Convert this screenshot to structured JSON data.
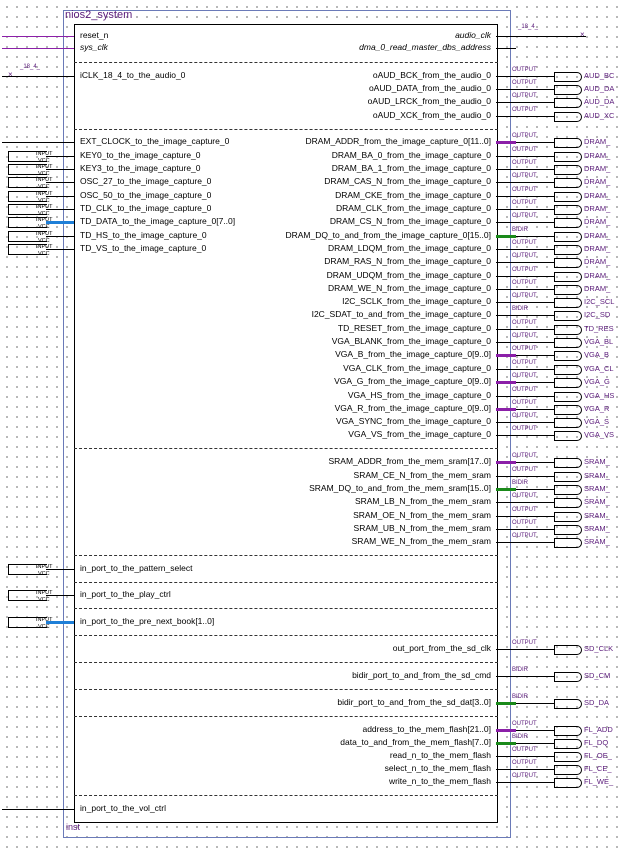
{
  "symbol": {
    "title": "nios2_system",
    "instance": "inst"
  },
  "left_ports": [
    {
      "label": "reset_n",
      "style": "plain",
      "wire": "purple"
    },
    {
      "label": "sys_clk",
      "style": "italic",
      "wire": "purple"
    },
    {
      "label": "iCLK_18_4_to_the_audio_0",
      "style": "plain",
      "wire": "thin",
      "net": "_18_4_"
    },
    {
      "label": "EXT_CLOCK_to_the_image_capture_0",
      "style": "plain"
    },
    {
      "label": "KEY0_to_the_image_capture_0",
      "style": "plain",
      "pin": "INPUT"
    },
    {
      "label": "KEY3_to_the_image_capture_0",
      "style": "plain",
      "pin": "INPUT"
    },
    {
      "label": "OSC_27_to_the_image_capture_0",
      "style": "plain",
      "pin": "INPUT"
    },
    {
      "label": "OSC_50_to_the_image_capture_0",
      "style": "plain",
      "pin": "INPUT"
    },
    {
      "label": "TD_CLK_to_the_image_capture_0",
      "style": "plain",
      "pin": "INPUT"
    },
    {
      "label": "TD_DATA_to_the_image_capture_0[7..0]",
      "style": "plain",
      "pin": "INPUT",
      "bus": true
    },
    {
      "label": "TD_HS_to_the_image_capture_0",
      "style": "plain",
      "pin": "INPUT"
    },
    {
      "label": "TD_VS_to_the_image_capture_0",
      "style": "plain",
      "pin": "INPUT"
    },
    {
      "label": "in_port_to_the_pattern_select",
      "style": "plain",
      "pin": "INPUT"
    },
    {
      "label": "in_port_to_the_play_ctrl",
      "style": "plain",
      "pin": "INPUT"
    },
    {
      "label": "in_port_to_the_pre_next_book[1..0]",
      "style": "plain",
      "pin": "INPUT",
      "bus": true
    },
    {
      "label": "in_port_to_the_vol_ctrl",
      "style": "plain"
    }
  ],
  "right_ports": [
    {
      "label": "audio_clk",
      "style": "italic",
      "net": "_18_4_",
      "pin": ""
    },
    {
      "label": "dma_0_read_master_dbs_address",
      "style": "italic"
    },
    {
      "label": "oAUD_BCK_from_the_audio_0",
      "pin": "OUTPUT",
      "ext": "AUD_BC"
    },
    {
      "label": "oAUD_DATA_from_the_audio_0",
      "pin": "OUTPUT",
      "ext": "AUD_DA"
    },
    {
      "label": "oAUD_LRCK_from_the_audio_0",
      "pin": "OUTPUT",
      "ext": "AUD_DA"
    },
    {
      "label": "oAUD_XCK_from_the_audio_0",
      "pin": "OUTPUT",
      "ext": "AUD_XC"
    },
    {
      "label": "DRAM_ADDR_from_the_image_capture_0[11..0]",
      "pin": "OUTPUT",
      "ext": "DRAM_",
      "bus": "purple"
    },
    {
      "label": "DRAM_BA_0_from_the_image_capture_0",
      "pin": "OUTPUT",
      "ext": "DRAM_"
    },
    {
      "label": "DRAM_BA_1_from_the_image_capture_0",
      "pin": "OUTPUT",
      "ext": "DRAM_"
    },
    {
      "label": "DRAM_CAS_N_from_the_image_capture_0",
      "pin": "OUTPUT",
      "ext": "DRAM_"
    },
    {
      "label": "DRAM_CKE_from_the_image_capture_0",
      "pin": "OUTPUT",
      "ext": "DRAM_"
    },
    {
      "label": "DRAM_CLK_from_the_image_capture_0",
      "pin": "OUTPUT",
      "ext": "DRAM_"
    },
    {
      "label": "DRAM_CS_N_from_the_image_capture_0",
      "pin": "OUTPUT",
      "ext": "DRAM_"
    },
    {
      "label": "DRAM_DQ_to_and_from_the_image_capture_0[15..0]",
      "pin": "BIDIR",
      "ext": "DRAM_",
      "bus": "green"
    },
    {
      "label": "DRAM_LDQM_from_the_image_capture_0",
      "pin": "OUTPUT",
      "ext": "DRAM_"
    },
    {
      "label": "DRAM_RAS_N_from_the_image_capture_0",
      "pin": "OUTPUT",
      "ext": "DRAM_"
    },
    {
      "label": "DRAM_UDQM_from_the_image_capture_0",
      "pin": "OUTPUT",
      "ext": "DRAM_"
    },
    {
      "label": "DRAM_WE_N_from_the_image_capture_0",
      "pin": "OUTPUT",
      "ext": "DRAM_"
    },
    {
      "label": "I2C_SCLK_from_the_image_capture_0",
      "pin": "OUTPUT",
      "ext": "I2C_SCL"
    },
    {
      "label": "I2C_SDAT_to_and_from_the_image_capture_0",
      "pin": "BIDIR",
      "ext": "I2C_SD"
    },
    {
      "label": "TD_RESET_from_the_image_capture_0",
      "pin": "OUTPUT",
      "ext": "TD_RES"
    },
    {
      "label": "VGA_BLANK_from_the_image_capture_0",
      "pin": "OUTPUT",
      "ext": "VGA_BL"
    },
    {
      "label": "VGA_B_from_the_image_capture_0[9..0]",
      "pin": "OUTPUT",
      "ext": "VGA_B",
      "bus": "purple"
    },
    {
      "label": "VGA_CLK_from_the_image_capture_0",
      "pin": "OUTPUT",
      "ext": "VGA_CL"
    },
    {
      "label": "VGA_G_from_the_image_capture_0[9..0]",
      "pin": "OUTPUT",
      "ext": "VGA_G",
      "bus": "purple"
    },
    {
      "label": "VGA_HS_from_the_image_capture_0",
      "pin": "OUTPUT",
      "ext": "VGA_HS"
    },
    {
      "label": "VGA_R_from_the_image_capture_0[9..0]",
      "pin": "OUTPUT",
      "ext": "VGA_R",
      "bus": "purple"
    },
    {
      "label": "VGA_SYNC_from_the_image_capture_0",
      "pin": "OUTPUT",
      "ext": "VGA_S"
    },
    {
      "label": "VGA_VS_from_the_image_capture_0",
      "pin": "OUTPUT",
      "ext": "VGA_VS"
    },
    {
      "label": "SRAM_ADDR_from_the_mem_sram[17..0]",
      "pin": "OUTPUT",
      "ext": "SRAM_",
      "bus": "purple"
    },
    {
      "label": "SRAM_CE_N_from_the_mem_sram",
      "pin": "OUTPUT",
      "ext": "SRAM_"
    },
    {
      "label": "SRAM_DQ_to_and_from_the_mem_sram[15..0]",
      "pin": "BIDIR",
      "ext": "SRAM_",
      "bus": "green"
    },
    {
      "label": "SRAM_LB_N_from_the_mem_sram",
      "pin": "OUTPUT",
      "ext": "SRAM_"
    },
    {
      "label": "SRAM_OE_N_from_the_mem_sram",
      "pin": "OUTPUT",
      "ext": "SRAM_"
    },
    {
      "label": "SRAM_UB_N_from_the_mem_sram",
      "pin": "OUTPUT",
      "ext": "SRAM_"
    },
    {
      "label": "SRAM_WE_N_from_the_mem_sram",
      "pin": "OUTPUT",
      "ext": "SRAM_"
    },
    {
      "label": "out_port_from_the_sd_clk",
      "pin": "OUTPUT",
      "ext": "SD_CLK"
    },
    {
      "label": "bidir_port_to_and_from_the_sd_cmd",
      "pin": "BIDIR",
      "ext": "SD_CM"
    },
    {
      "label": "bidir_port_to_and_from_the_sd_dat[3..0]",
      "pin": "BIDIR",
      "ext": "SD_DA",
      "bus": "green"
    },
    {
      "label": "address_to_the_mem_flash[21..0]",
      "pin": "OUTPUT",
      "ext": "FL_ADD",
      "bus": "purple"
    },
    {
      "label": "data_to_and_from_the_mem_flash[7..0]",
      "pin": "BIDIR",
      "ext": "FL_DQ",
      "bus": "green"
    },
    {
      "label": "read_n_to_the_mem_flash",
      "pin": "OUTPUT",
      "ext": "FL_OE_"
    },
    {
      "label": "select_n_to_the_mem_flash",
      "pin": "OUTPUT",
      "ext": "FL_CE_"
    },
    {
      "label": "write_n_to_the_mem_flash",
      "pin": "OUTPUT",
      "ext": "FL_WE_"
    }
  ],
  "pin_labels": {
    "input": "INPUT",
    "vcc": "VCC",
    "output": "OUTPUT",
    "bidir": "BIDIR"
  },
  "colors": {
    "purple": "#8b1fa8",
    "green": "#1a8a1a",
    "blue": "#1e7fd8",
    "border": "#6a7ab8"
  }
}
